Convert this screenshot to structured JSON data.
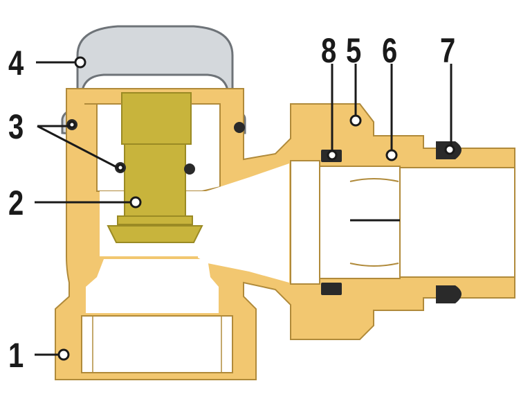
{
  "callouts": [
    {
      "id": "1",
      "label": "1"
    },
    {
      "id": "2",
      "label": "2"
    },
    {
      "id": "3",
      "label": "3"
    },
    {
      "id": "4",
      "label": "4"
    },
    {
      "id": "5",
      "label": "5"
    },
    {
      "id": "6",
      "label": "6"
    },
    {
      "id": "7",
      "label": "7"
    },
    {
      "id": "8",
      "label": "8"
    }
  ],
  "colors": {
    "brass": "#f2c770",
    "brass_edge": "#b08a3a",
    "insert": "#c8b43c",
    "insert_dark": "#9a8a24",
    "cap": "#d4d8dc",
    "cap_edge": "#6e7378",
    "seal": "#2a2a2a",
    "line": "#1a1a1a",
    "bore": "#ffffff"
  }
}
